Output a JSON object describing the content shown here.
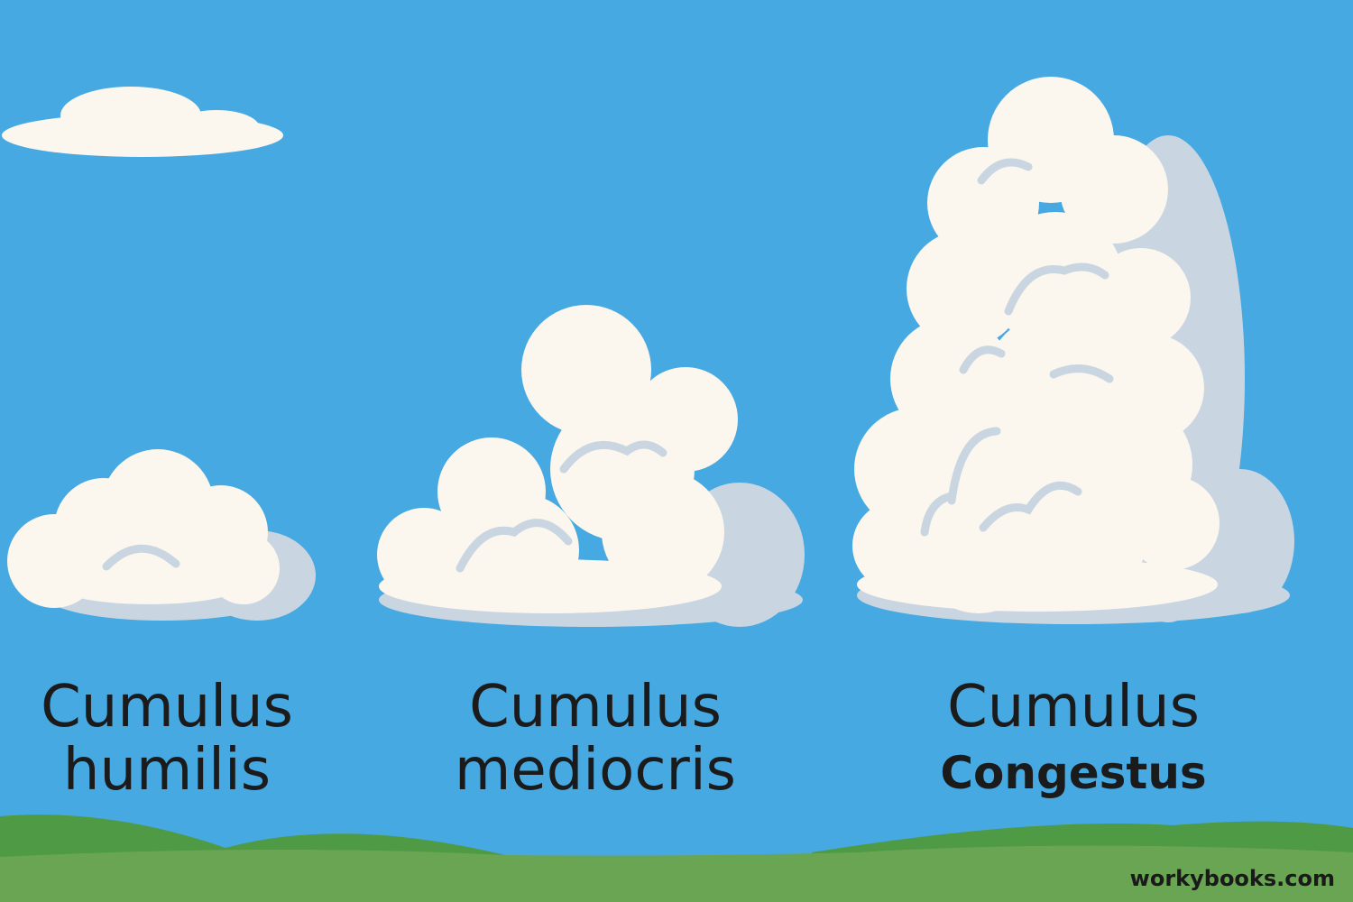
{
  "colors": {
    "sky": "#46a9e2",
    "cloud": "#fbf6ee",
    "cloud_shadow": "#c9d6e2",
    "hill_dark": "#4f9a44",
    "hill_light": "#6aa553"
  },
  "labels": [
    {
      "line1": "Cumulus",
      "line2": "humilis"
    },
    {
      "line1": "Cumulus",
      "line2": "mediocris"
    },
    {
      "line1": "Cumulus",
      "line2": "Congestus"
    }
  ],
  "watermark": "workybooks.com"
}
